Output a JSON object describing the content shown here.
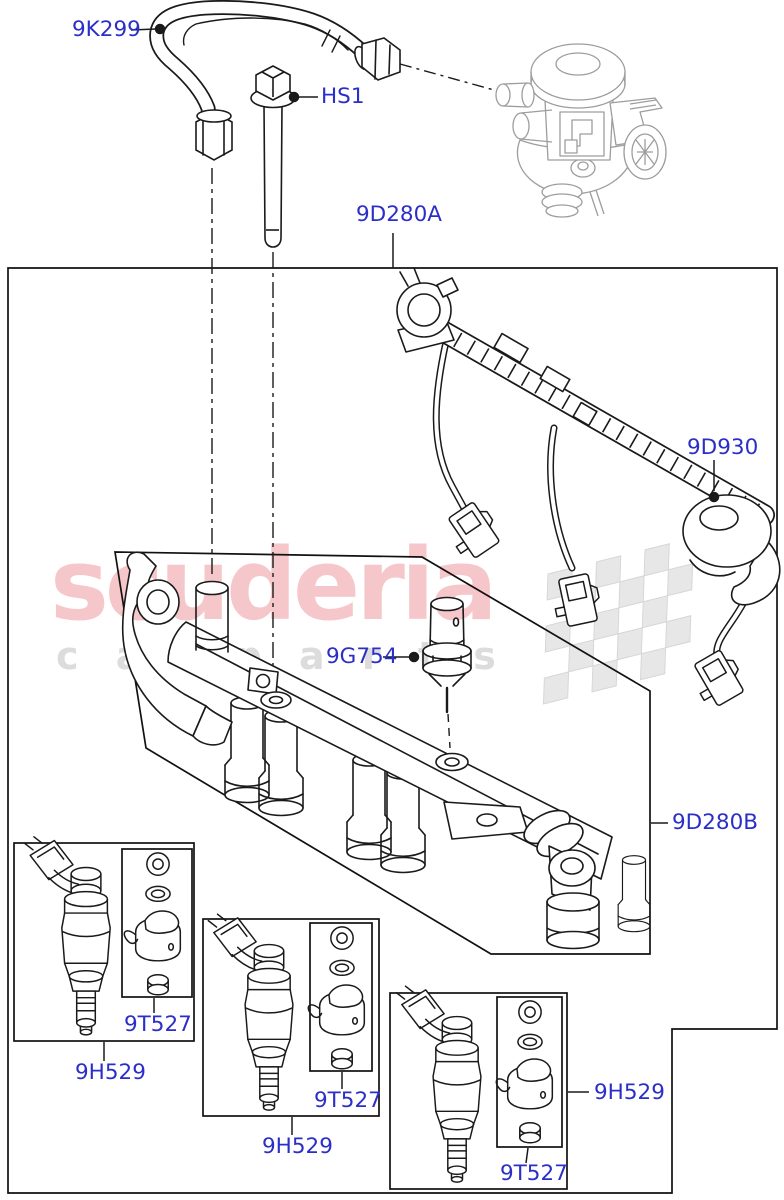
{
  "watermark": {
    "brand": "scuderia",
    "tagline": "c a r p a r t s"
  },
  "labels": {
    "fuel_pipe": "9K299",
    "mounting_bolt": "HS1",
    "injector_harness": "9D280A",
    "harness_grommet": "9D930",
    "fuel_pressure_sensor": "9G754",
    "fuel_rail": "9D280B",
    "fuel_injector": "9H529",
    "injector_seal_kit": "9T527"
  },
  "colors": {
    "label_blue": "#2b2fc7",
    "line_black": "#1a1a1a",
    "pump_gray": "#9d9d9d",
    "watermark_pink": "#f6c7ca",
    "watermark_gray": "#dcdcdc",
    "flag_gray": "#e7e7e7"
  }
}
